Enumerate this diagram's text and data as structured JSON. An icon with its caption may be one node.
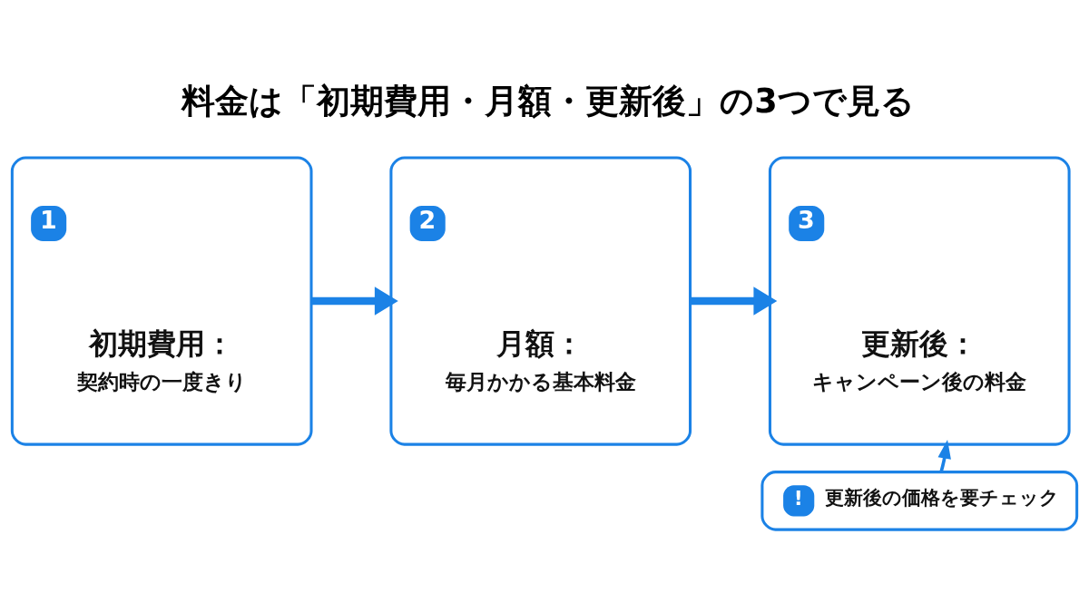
{
  "diagram": {
    "title": "料金は「初期費用・月額・更新後」の3つで見る",
    "nodes": [
      {
        "text": [
          "1",
          "初期費用：",
          "契約時の一度きり"
        ]
      },
      {
        "text": [
          "2",
          "月額：",
          "毎月かかる基本料金"
        ]
      },
      {
        "text": [
          "3",
          "更新後：",
          "キャンペーン後の料金"
        ]
      },
      {
        "text": [
          "!",
          "更新後の価格を要チェック"
        ]
      }
    ],
    "edges": [
      {
        "from": 0,
        "to": 1,
        "arrow": "to"
      },
      {
        "from": 1,
        "to": 2,
        "arrow": "to"
      },
      {
        "from": 3,
        "to": 2,
        "arrow": "to"
      }
    ]
  }
}
